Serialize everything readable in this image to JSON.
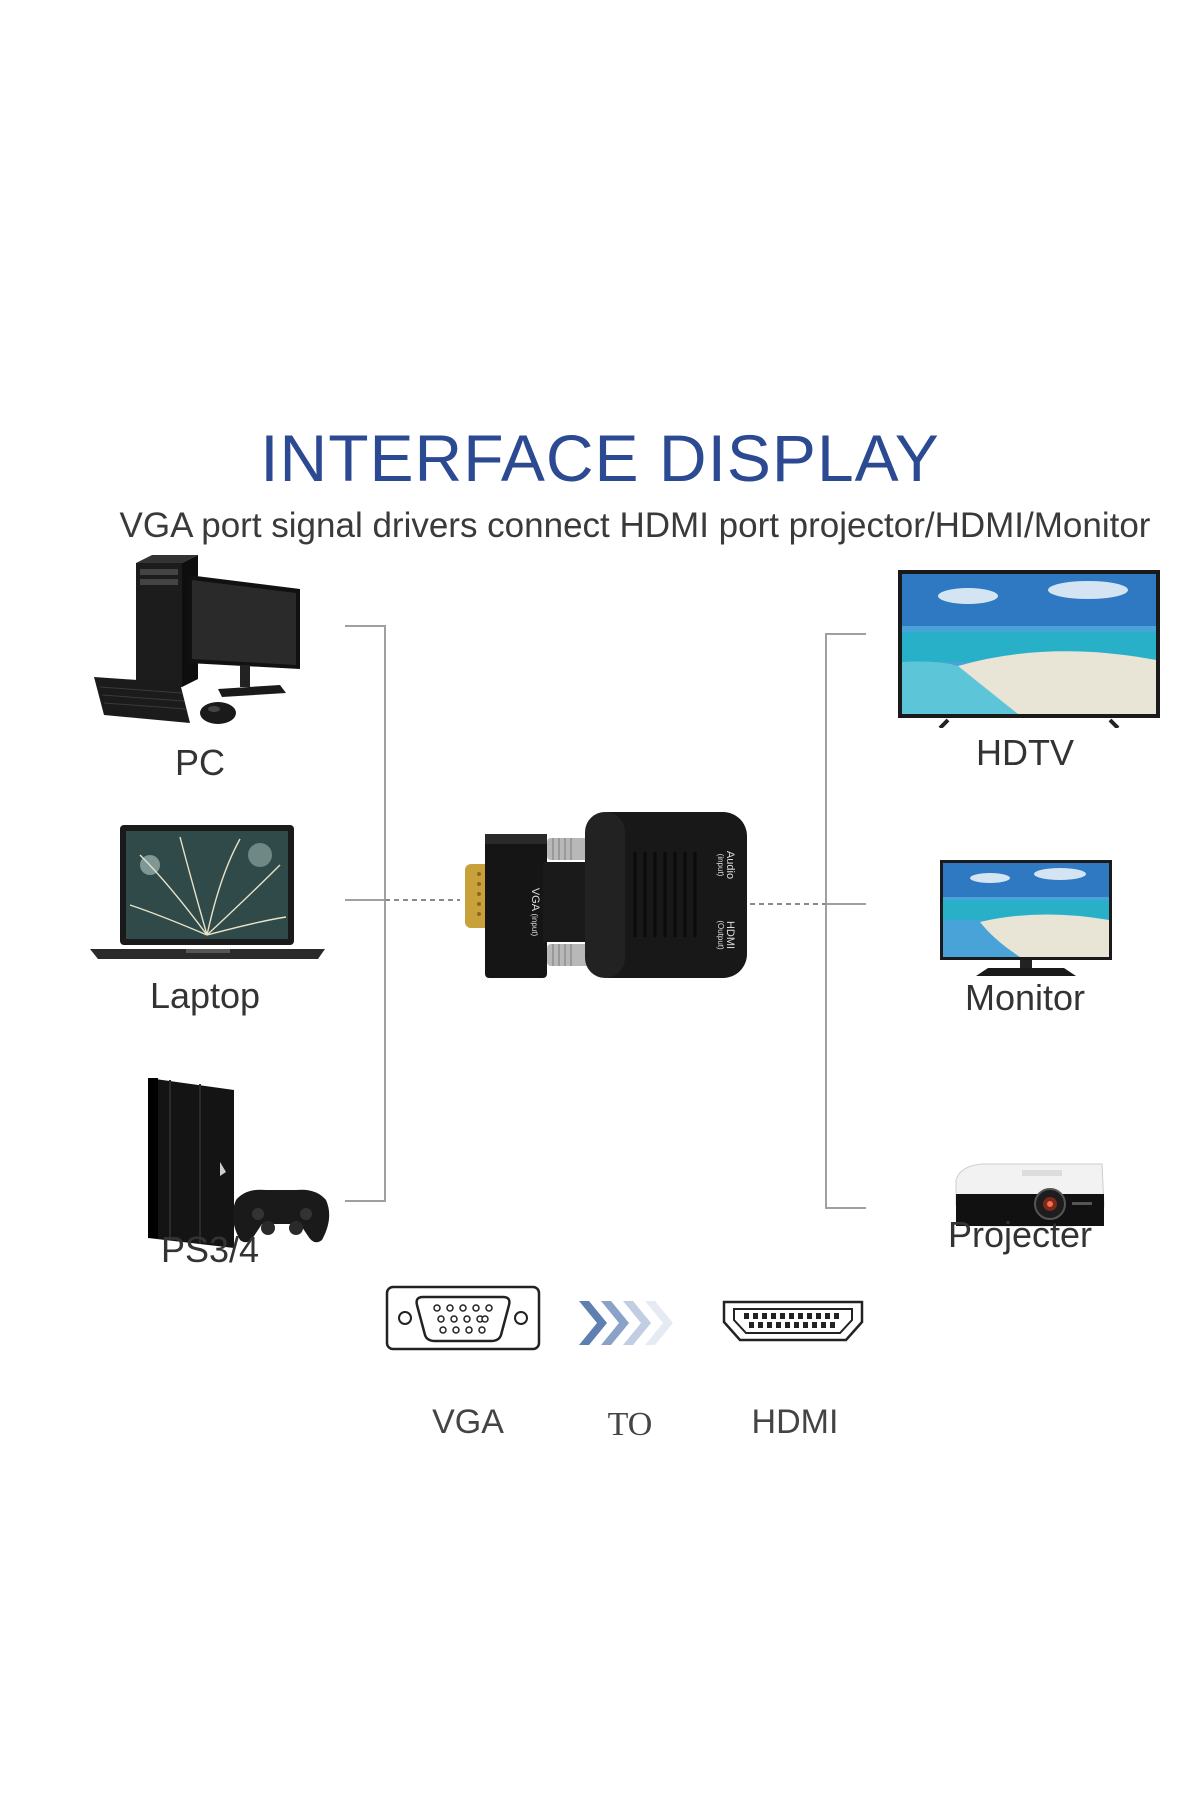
{
  "title": "INTERFACE DISPLAY",
  "subtitle": "VGA port signal drivers connect HDMI port projector/HDMI/Monitor",
  "sources": [
    {
      "label": "PC",
      "icon": "desktop-pc-icon"
    },
    {
      "label": "Laptop",
      "icon": "laptop-icon"
    },
    {
      "label": "PS3/4",
      "icon": "game-console-icon"
    }
  ],
  "outputs": [
    {
      "label": "HDTV",
      "icon": "hdtv-icon"
    },
    {
      "label": "Monitor",
      "icon": "monitor-icon"
    },
    {
      "label": "Projecter",
      "icon": "projector-icon"
    }
  ],
  "adapter": {
    "vga_port_label": "VGA",
    "vga_port_sub": "(input)",
    "audio_port_label": "Audio",
    "audio_port_sub": "(input)",
    "hdmi_port_label": "HDMI",
    "hdmi_port_sub": "(Output)"
  },
  "bottom": {
    "left_label": "VGA",
    "middle_label": "TO",
    "right_label": "HDMI"
  },
  "colors": {
    "title": "#2b4a92",
    "bracket_line": "#9a9a9a",
    "adapter_body": "#1a1a1a",
    "vga_pins": "#c9a13b",
    "arrow": "#5f7fb0"
  }
}
